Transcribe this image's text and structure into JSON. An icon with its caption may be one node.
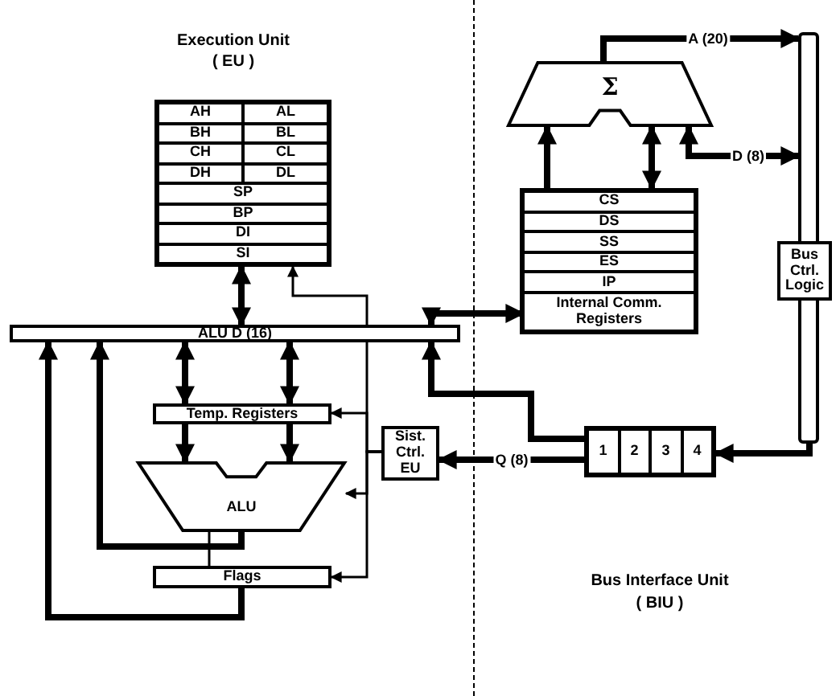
{
  "diagram": {
    "nodes": [
      {
        "text": [],
        "shape": "box"
      },
      {
        "text": [
          "AH"
        ],
        "in": 0
      },
      {
        "text": [
          "AL"
        ],
        "in": 0
      },
      {
        "text": [
          "BH"
        ],
        "in": 0
      },
      {
        "text": [
          "BL"
        ],
        "in": 0
      },
      {
        "text": [
          "CH"
        ],
        "in": 0
      },
      {
        "text": [
          "CL"
        ],
        "in": 0
      },
      {
        "text": [
          "DH"
        ],
        "in": 0
      },
      {
        "text": [
          "DL"
        ],
        "in": 0
      },
      {
        "text": [
          "SP"
        ],
        "in": 0
      },
      {
        "text": [
          "BP"
        ],
        "in": 0
      },
      {
        "text": [
          "DI"
        ],
        "in": 0
      },
      {
        "text": [
          "SI"
        ],
        "in": 0
      },
      {
        "text": [
          "ALU D (16)"
        ]
      },
      {
        "text": [
          "Temp. Registers"
        ]
      },
      {
        "text": [
          "ALU"
        ]
      },
      {
        "text": [
          "Flags"
        ]
      },
      {
        "text": [
          "Sist. Ctrl. EU"
        ]
      },
      {
        "text": [
          "Σ"
        ]
      },
      {
        "text": [],
        "shape": "box"
      },
      {
        "text": [
          "CS"
        ],
        "in": 19
      },
      {
        "text": [
          "DS"
        ],
        "in": 19
      },
      {
        "text": [
          "SS"
        ],
        "in": 19
      },
      {
        "text": [
          "ES"
        ],
        "in": 19
      },
      {
        "text": [
          "IP"
        ],
        "in": 19
      },
      {
        "text": [
          "Internal Comm. Registers"
        ],
        "in": 19
      },
      {
        "text": [],
        "shape": "bar"
      },
      {
        "text": [
          "Bus Ctrl. Logic"
        ]
      },
      {
        "text": [],
        "shape": "box"
      },
      {
        "text": [
          "1"
        ],
        "in": 28
      },
      {
        "text": [
          "2"
        ],
        "in": 28
      },
      {
        "text": [
          "3"
        ],
        "in": 28
      },
      {
        "text": [
          "4"
        ],
        "in": 28
      }
    ],
    "edges": [
      {
        "from": 0,
        "to": 13,
        "arrow": "both"
      },
      {
        "from": 13,
        "to": 14,
        "arrow": "both"
      },
      {
        "from": 13,
        "to": 14,
        "arrow": "both"
      },
      {
        "from": 14,
        "to": 15,
        "arrow": "to"
      },
      {
        "from": 14,
        "to": 15,
        "arrow": "to"
      },
      {
        "from": 15,
        "to": 13,
        "arrow": "to"
      },
      {
        "from": 16,
        "to": 13,
        "arrow": "to"
      },
      {
        "from": 15,
        "to": 16,
        "arrow": "none"
      },
      {
        "from": 17,
        "to": 0,
        "arrow": "to"
      },
      {
        "from": 17,
        "to": 14,
        "arrow": "to"
      },
      {
        "from": 17,
        "to": 15,
        "arrow": "to"
      },
      {
        "from": 17,
        "to": 16,
        "arrow": "to"
      },
      {
        "from": 25,
        "to": 13,
        "arrow": "both"
      },
      {
        "from": 28,
        "to": 13,
        "arrow": "to"
      },
      {
        "from": 28,
        "to": 17,
        "arrow": "to",
        "label": "Q (8)"
      },
      {
        "from": 19,
        "to": 18,
        "arrow": "to"
      },
      {
        "from": 19,
        "to": 18,
        "arrow": "both"
      },
      {
        "from": 18,
        "to": 26,
        "arrow": "to",
        "label": "A (20)"
      },
      {
        "from": 18,
        "to": 26,
        "arrow": "both",
        "label": "D (8)"
      },
      {
        "from": 26,
        "to": 28,
        "arrow": "to"
      }
    ],
    "labels": [
      "Execution Unit",
      "( EU )",
      "Bus Interface Unit",
      "( BIU )"
    ]
  }
}
